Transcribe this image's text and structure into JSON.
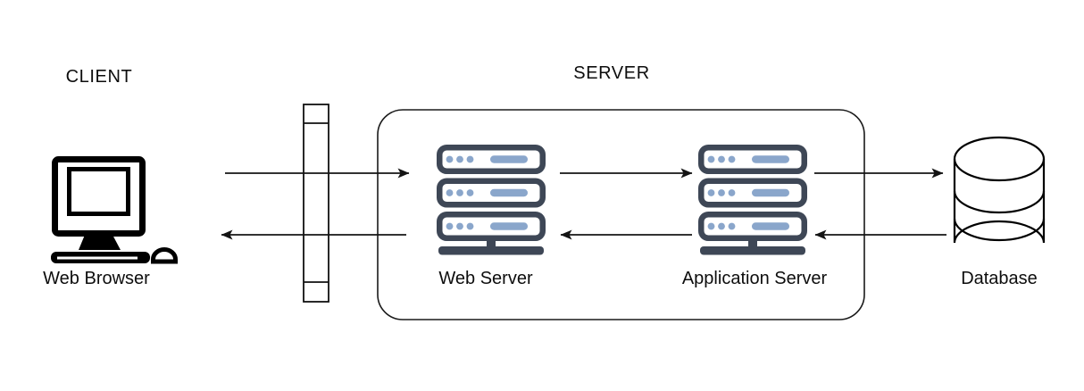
{
  "groups": {
    "client": {
      "title": "CLIENT"
    },
    "server": {
      "title": "SERVER"
    }
  },
  "nodes": [
    {
      "id": "web-browser",
      "label": "Web Browser",
      "icon": "desktop-computer-icon"
    },
    {
      "id": "web-server",
      "label": "Web Server",
      "icon": "server-stack-icon"
    },
    {
      "id": "application-server",
      "label": "Application Server",
      "icon": "server-stack-icon"
    },
    {
      "id": "database",
      "label": "Database",
      "icon": "database-cylinder-icon"
    }
  ],
  "edges": [
    {
      "id": "client-to-webserver",
      "from": "Web Browser",
      "to": "Web Server",
      "direction": "right"
    },
    {
      "id": "webserver-to-client",
      "from": "Web Server",
      "to": "Web Browser",
      "direction": "left"
    },
    {
      "id": "webserver-to-appserver",
      "from": "Web Server",
      "to": "Application Server",
      "direction": "right"
    },
    {
      "id": "appserver-to-webserver",
      "from": "Application Server",
      "to": "Web Server",
      "direction": "left"
    },
    {
      "id": "appserver-to-database",
      "from": "Application Server",
      "to": "Database",
      "direction": "right"
    },
    {
      "id": "database-to-appserver",
      "from": "Database",
      "to": "Application Server",
      "direction": "left"
    }
  ],
  "colors": {
    "ink": "#141414",
    "icon-black": "#000000",
    "server-frame": "#3e4756",
    "server-accent": "#8aa6cb",
    "background": "#ffffff"
  }
}
